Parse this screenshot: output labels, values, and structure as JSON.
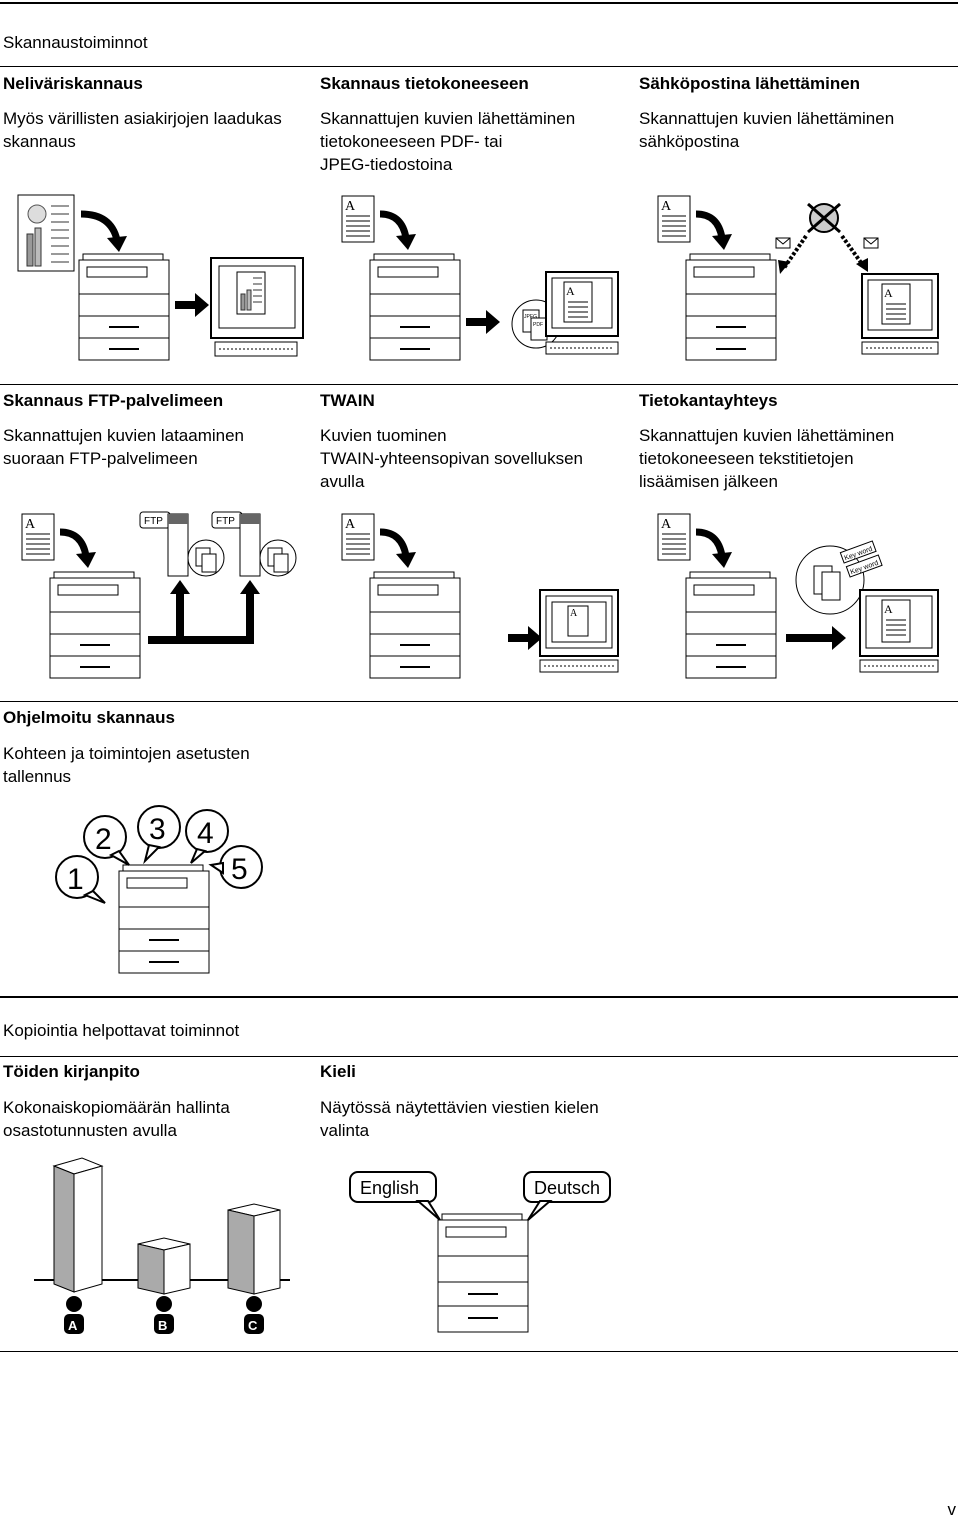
{
  "sections": {
    "scan": "Skannaustoiminnot",
    "copy": "Kopiointia helpottavat toiminnot"
  },
  "features": [
    {
      "title": "Neliväriskannaus",
      "lines": [
        "Myös värillisten asiakirjojen laadukas",
        "skannaus"
      ]
    },
    {
      "title": "Skannaus tietokoneeseen",
      "lines": [
        "Skannattujen kuvien lähettäminen",
        "tietokoneeseen PDF- tai",
        "JPEG-tiedostoina"
      ]
    },
    {
      "title": "Sähköpostina lähettäminen",
      "lines": [
        "Skannattujen kuvien lähettäminen",
        "sähköpostina"
      ]
    },
    {
      "title": "Skannaus FTP-palvelimeen",
      "lines": [
        "Skannattujen kuvien lataaminen",
        "suoraan FTP-palvelimeen"
      ]
    },
    {
      "title": "TWAIN",
      "lines": [
        "Kuvien tuominen",
        "TWAIN-yhteensopivan sovelluksen",
        "avulla"
      ]
    },
    {
      "title": "Tietokantayhteys",
      "lines": [
        "Skannattujen kuvien lähettäminen",
        "tietokoneeseen tekstitietojen",
        "lisäämisen jälkeen"
      ]
    },
    {
      "title": "Ohjelmoitu skannaus",
      "lines": [
        "Kohteen ja toimintojen asetusten",
        "tallennus"
      ]
    },
    {
      "title": "Töiden kirjanpito",
      "lines": [
        "Kokonaiskopiomäärän hallinta",
        "osastotunnusten avulla"
      ]
    },
    {
      "title": "Kieli",
      "lines": [
        "Näytössä näytettävien viestien kielen",
        "valinta"
      ]
    }
  ],
  "illustration": {
    "doc_letter": "A",
    "ftp": "FTP",
    "jpeg": "JPEG",
    "pdf": "PDF",
    "keyword": "Key word",
    "steps": [
      "1",
      "2",
      "3",
      "4",
      "5"
    ],
    "departments": [
      "A",
      "B",
      "C"
    ],
    "languages": [
      "English",
      "Deutsch"
    ]
  },
  "page_number": "v"
}
